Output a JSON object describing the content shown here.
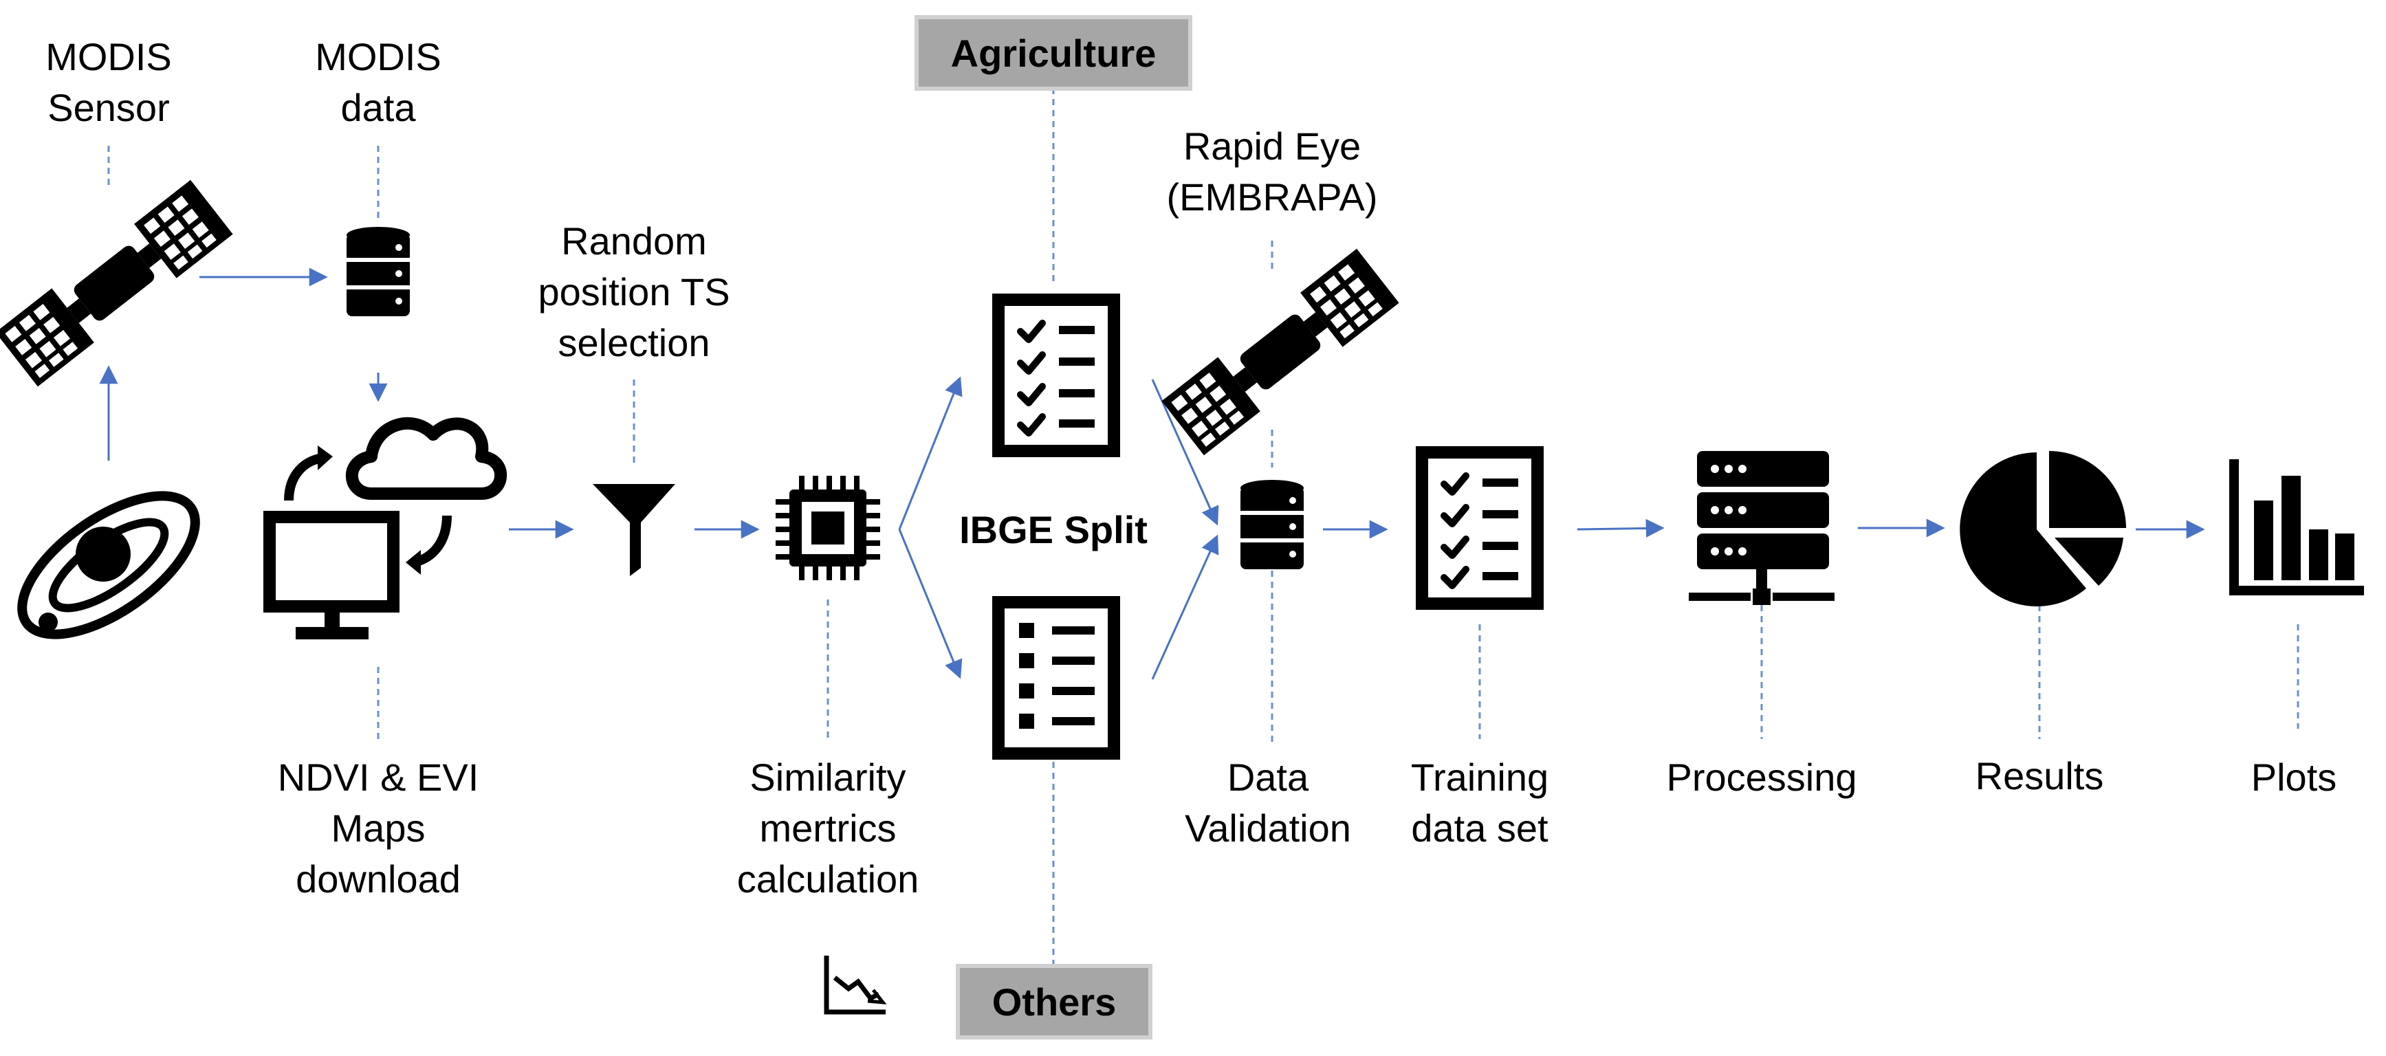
{
  "labels": {
    "modis_sensor": "MODIS\nSensor",
    "modis_data": "MODIS\ndata",
    "random_position": "Random\nposition TS\nselection",
    "ndvi_evi": "NDVI & EVI\nMaps\ndownload",
    "similarity": "Similarity\nmertrics\ncalculation",
    "ibge_split": "IBGE Split",
    "rapid_eye": "Rapid Eye\n(EMBRAPA)",
    "data_validation": "Data\nValidation",
    "training": "Training\ndata set",
    "processing": "Processing",
    "results": "Results",
    "plots": "Plots"
  },
  "boxes": {
    "agriculture": "Agriculture",
    "others": "Others"
  },
  "icons": {
    "satellite_modis": "satellite-icon",
    "galaxy": "galaxy-icon",
    "database_modis": "database-icon",
    "cloud_sync_monitor": "cloud-sync-monitor-icon",
    "funnel": "funnel-icon",
    "cpu_chip": "cpu-chip-icon",
    "trend_chart": "downtrend-chart-icon",
    "checklist_agriculture": "checklist-icon",
    "list_others": "list-icon",
    "satellite_rapideye": "satellite-icon",
    "database_validation": "database-icon",
    "checklist_training": "checklist-icon",
    "server": "server-icon",
    "pie_chart": "pie-chart-icon",
    "bar_chart": "bar-chart-icon"
  },
  "colors": {
    "arrow": "#4a72c4",
    "connector": "#6b8fd4",
    "box_fill": "#a6a6a6",
    "box_border": "#d0d0d0",
    "icon": "#000000"
  }
}
